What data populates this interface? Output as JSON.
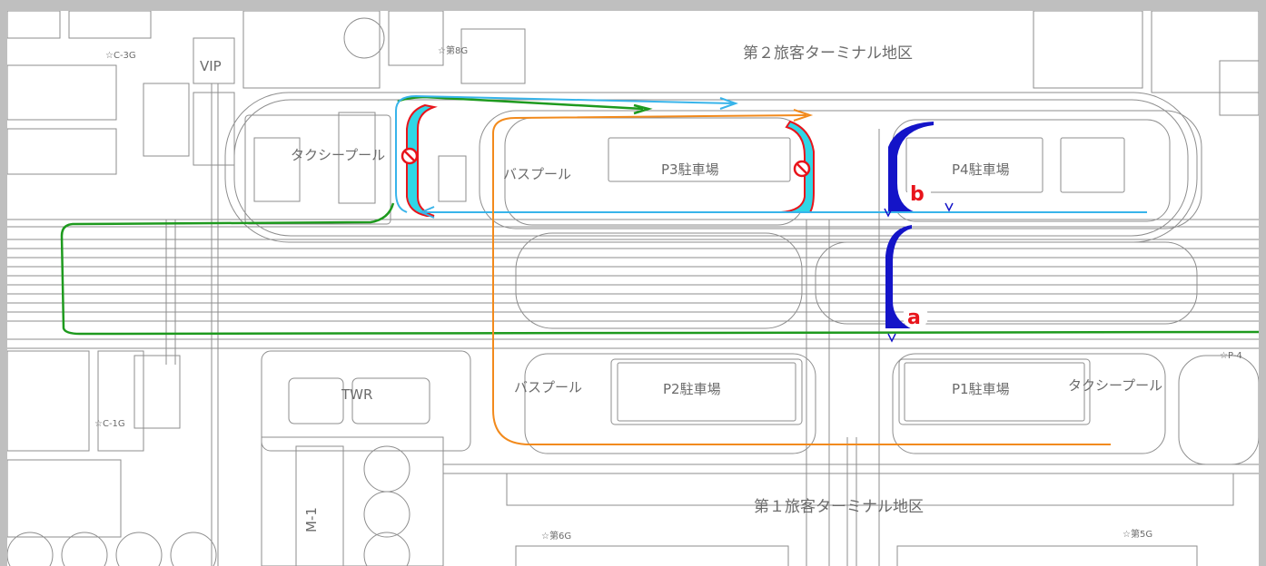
{
  "map": {
    "area_labels": {
      "terminal2": "第２旅客ターミナル地区",
      "terminal1": "第１旅客ターミナル地区"
    },
    "parking_labels": {
      "p1": "P1駐車場",
      "p2": "P2駐車場",
      "p3": "P3駐車場",
      "p4": "P4駐車場"
    },
    "pool_labels": {
      "taxi_pool_north": "タクシープール",
      "taxi_pool_south": "タクシープール",
      "bus_pool_north": "バスプール",
      "bus_pool_south": "バスプール"
    },
    "building_labels": {
      "vip": "VIP",
      "twr": "TWR",
      "m1": "M-1",
      "c3g": "☆C-3G",
      "n8g": "☆第8G",
      "c1g": "☆C-1G",
      "n6g": "☆第6G",
      "n5g": "☆第5G",
      "p4_edge": "☆P-4"
    },
    "markers": {
      "a": "a",
      "b": "b"
    },
    "route_colors": {
      "green": "#1e9a1e",
      "light_blue": "#38b4ea",
      "orange": "#f28a1c",
      "closure_red": "#e8141b",
      "closure_fill": "#2fd6e6",
      "blue_highlight": "#1414c8"
    },
    "icons": {
      "no_entry": "no-entry-icon"
    }
  }
}
